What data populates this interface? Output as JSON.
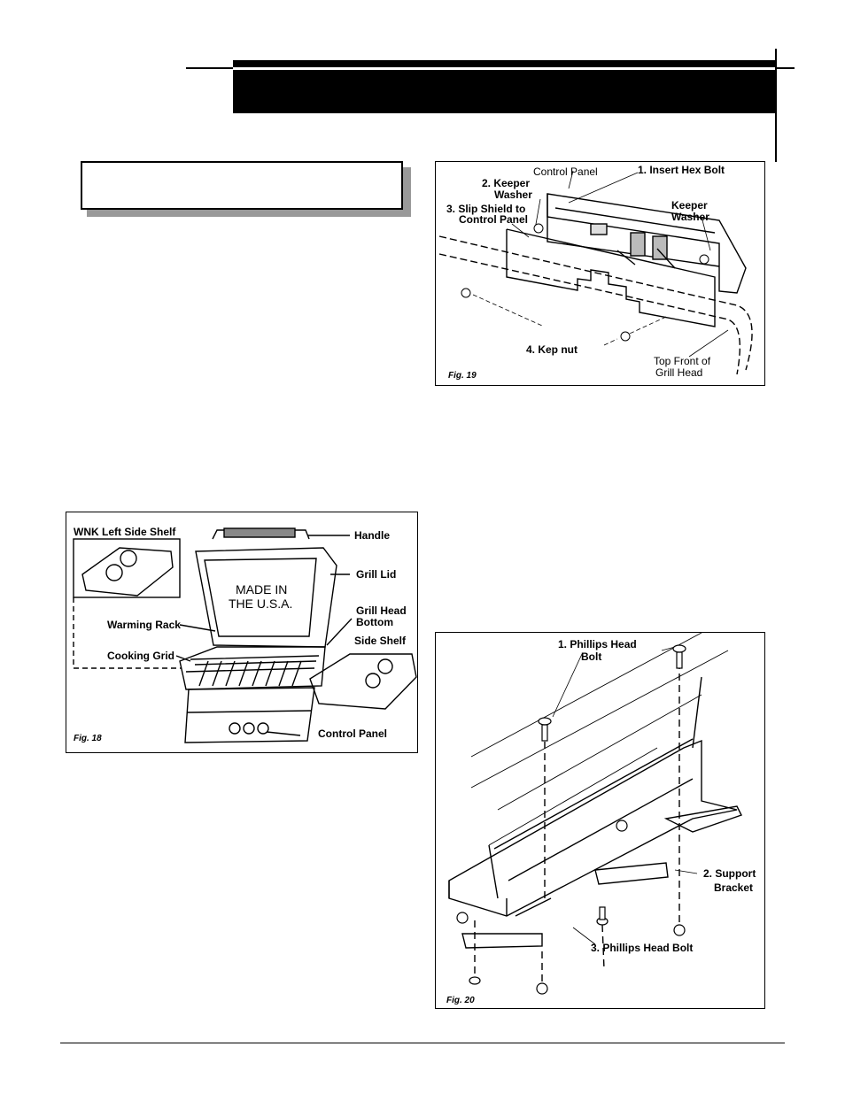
{
  "fig18": {
    "caption": "Fig. 18",
    "inset_title": "WNK Left Side Shelf",
    "labels": {
      "handle": "Handle",
      "grill_lid": "Grill Lid",
      "grill_head_bottom_1": "Grill Head",
      "grill_head_bottom_2": "Bottom",
      "side_shelf": "Side Shelf",
      "warming_rack": "Warming Rack",
      "cooking_grid": "Cooking Grid",
      "control_panel": "Control Panel",
      "made_in_1": "MADE IN",
      "made_in_2": "THE U.S.A."
    }
  },
  "fig19": {
    "caption": "Fig. 19",
    "labels": {
      "control_panel": "Control Panel",
      "insert_hex_bolt": "1. Insert Hex Bolt",
      "keeper_washer_num_1": "2. Keeper",
      "keeper_washer_num_2": "Washer",
      "slip_shield_1": "3. Slip Shield to",
      "slip_shield_2": "Control Panel",
      "keeper_washer_1": "Keeper",
      "keeper_washer_2": "Washer",
      "kep_nut": "4. Kep nut",
      "top_front_1": "Top Front of",
      "top_front_2": "Grill Head"
    }
  },
  "fig20": {
    "caption": "Fig. 20",
    "labels": {
      "phillips_head_1": "1. Phillips Head",
      "phillips_head_2": "Bolt",
      "support_bracket_1": "2. Support",
      "support_bracket_2": "Bracket",
      "phillips_head_bolt_3": "3. Phillips Head Bolt"
    }
  }
}
